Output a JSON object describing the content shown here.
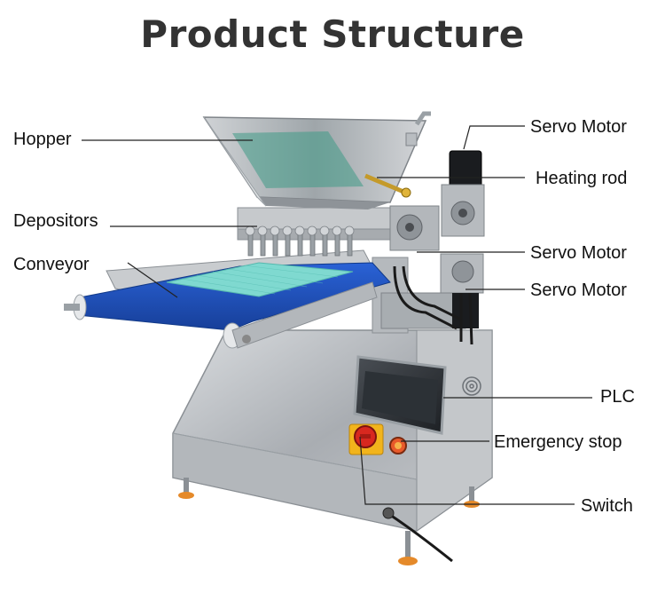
{
  "title": "Product Structure",
  "labels": {
    "hopper": "Hopper",
    "depositors": "Depositors",
    "conveyor": "Conveyor",
    "servo_motor_1": "Servo Motor",
    "heating_rod": "Heating rod",
    "servo_motor_2": "Servo Motor",
    "servo_motor_3": "Servo Motor",
    "plc": "PLC",
    "emergency_stop": "Emergency stop",
    "switch": "Switch"
  },
  "colors": {
    "title": "#333333",
    "steel": "#b9bdc1",
    "belt": "#1f4fb8",
    "mold": "#7fd9d0",
    "emergency_red": "#d8281f",
    "emergency_yellow": "#f2b41c",
    "leader_line": "#222222"
  }
}
